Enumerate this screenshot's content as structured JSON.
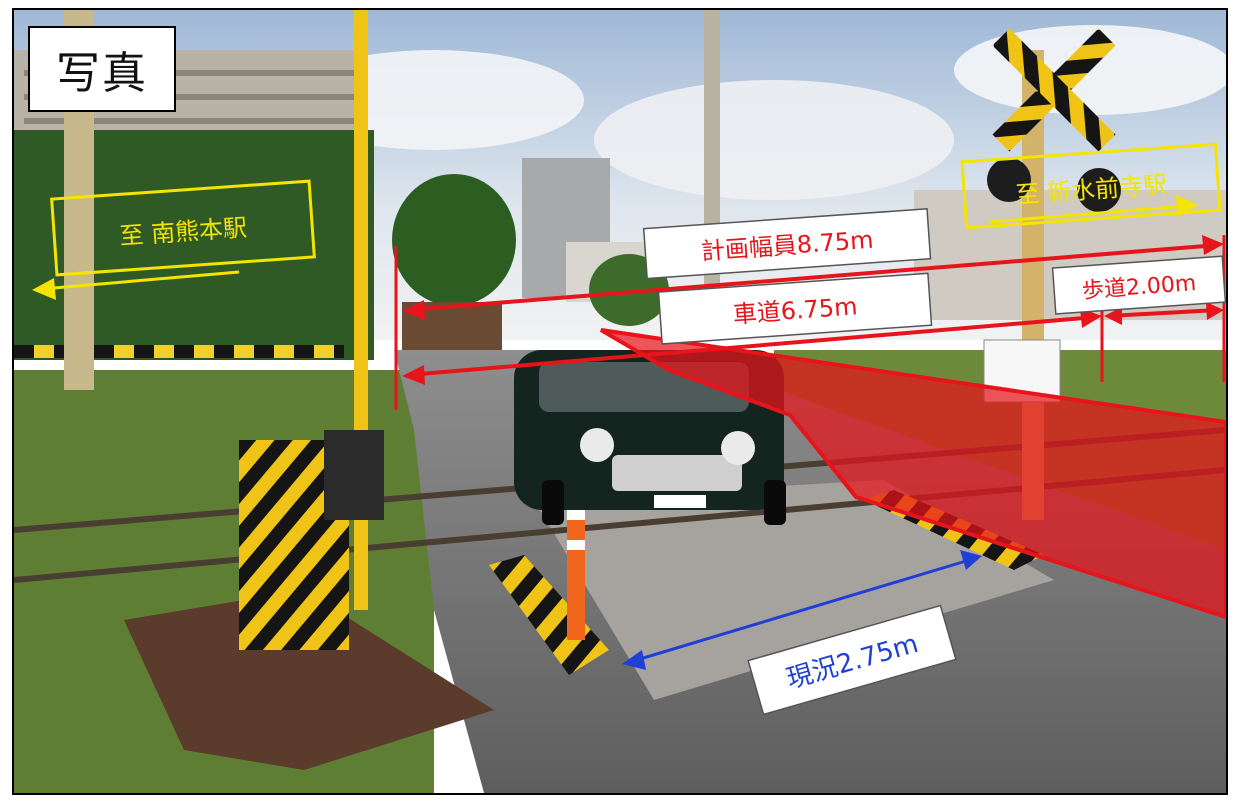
{
  "photo_label": "写真",
  "direction_left": "至 南熊本駅",
  "direction_right": "至 新水前寺駅",
  "planned_width": "計画幅員8.75m",
  "roadway": "車道6.75m",
  "sidewalk": "歩道2.00m",
  "current_width": "現況2.75m",
  "colors": {
    "red": "#e8141b",
    "yellow": "#f5e400",
    "blue": "#1f3fd6"
  }
}
